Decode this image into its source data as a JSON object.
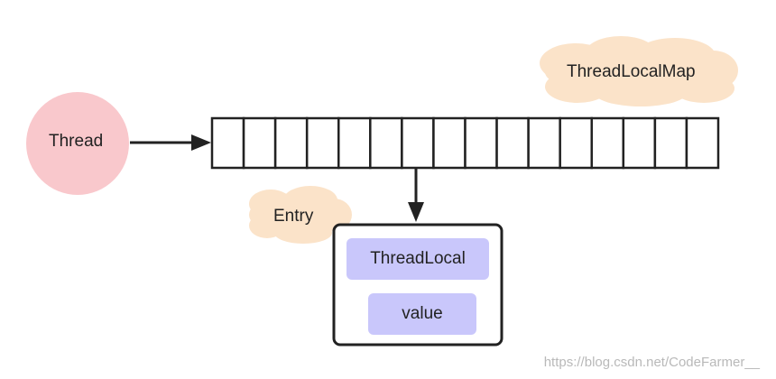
{
  "thread": {
    "label": "Thread",
    "color": "#f9c8cc"
  },
  "map": {
    "label": "ThreadLocalMap",
    "slots": 16,
    "cloud_color": "#fbe3c9"
  },
  "entry": {
    "label": "Entry",
    "cloud_color": "#fbe3c9",
    "key_label": "ThreadLocal",
    "value_label": "value",
    "pill_color": "#c9c7fb"
  },
  "watermark": "https://blog.csdn.net/CodeFarmer__"
}
